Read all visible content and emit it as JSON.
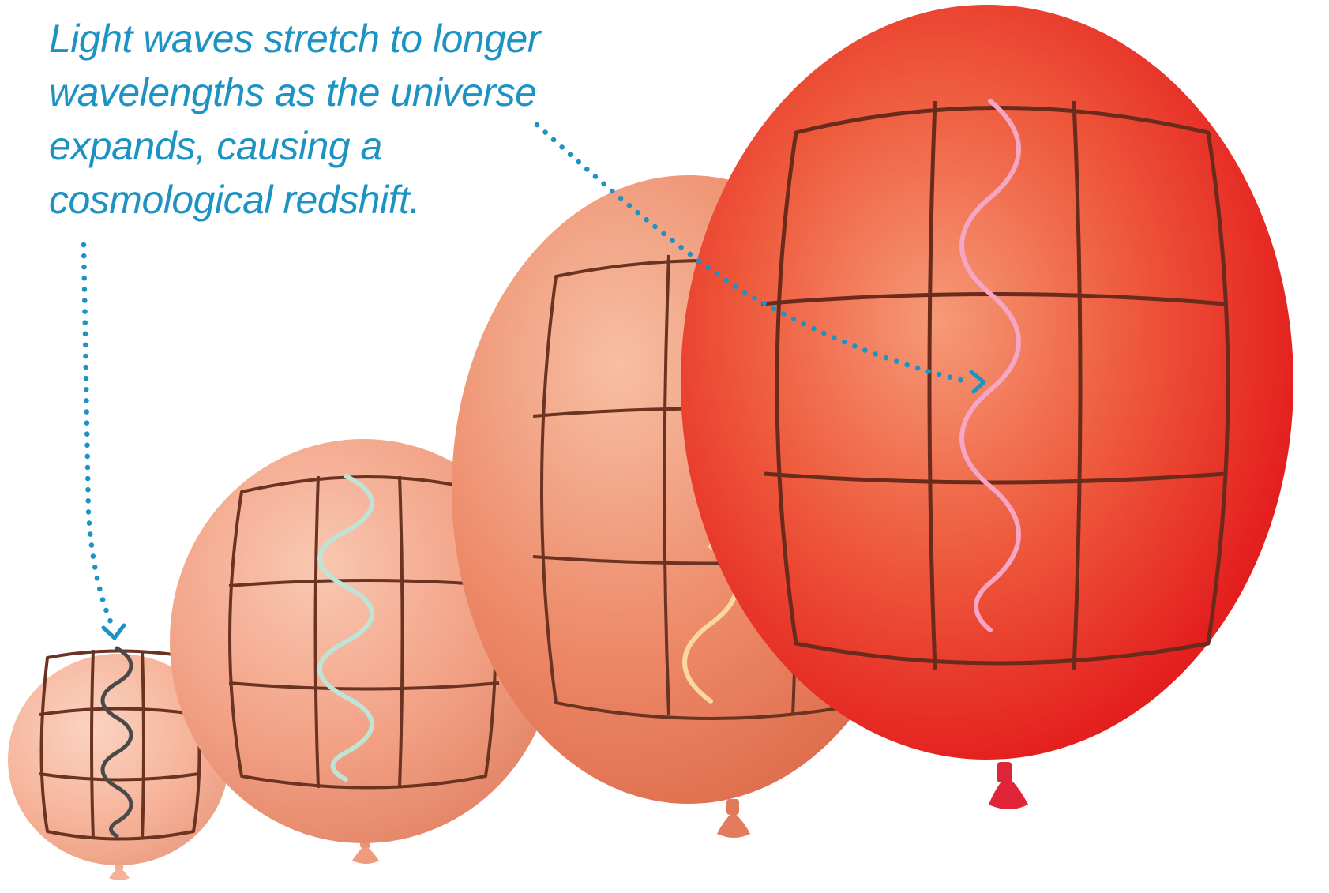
{
  "caption": {
    "lines": [
      "Light waves stretch to longer",
      "wavelengths as the universe",
      "expands, causing a",
      "cosmological redshift."
    ]
  },
  "colors": {
    "caption": "#1d93c4",
    "pointer": "#1d93c4",
    "grid": "#6b2b1c",
    "balloon_1": "#f6b59a",
    "balloon_2": "#f3a083",
    "balloon_3": "#ec8665",
    "balloon_4": "#e8201f",
    "wave_1": "#4a4a4a",
    "wave_2": "#bfe3d4",
    "wave_3": "#fbd7a0",
    "wave_4": "#f5a6c4"
  },
  "balloons": [
    {
      "label": "smallest-balloon",
      "wave_color": "wave_1"
    },
    {
      "label": "small-balloon",
      "wave_color": "wave_2"
    },
    {
      "label": "large-balloon",
      "wave_color": "wave_3"
    },
    {
      "label": "largest-balloon",
      "wave_color": "wave_4"
    }
  ],
  "icons": [
    "balloon-icon",
    "light-wave-icon",
    "dotted-pointer-arrow-icon"
  ]
}
